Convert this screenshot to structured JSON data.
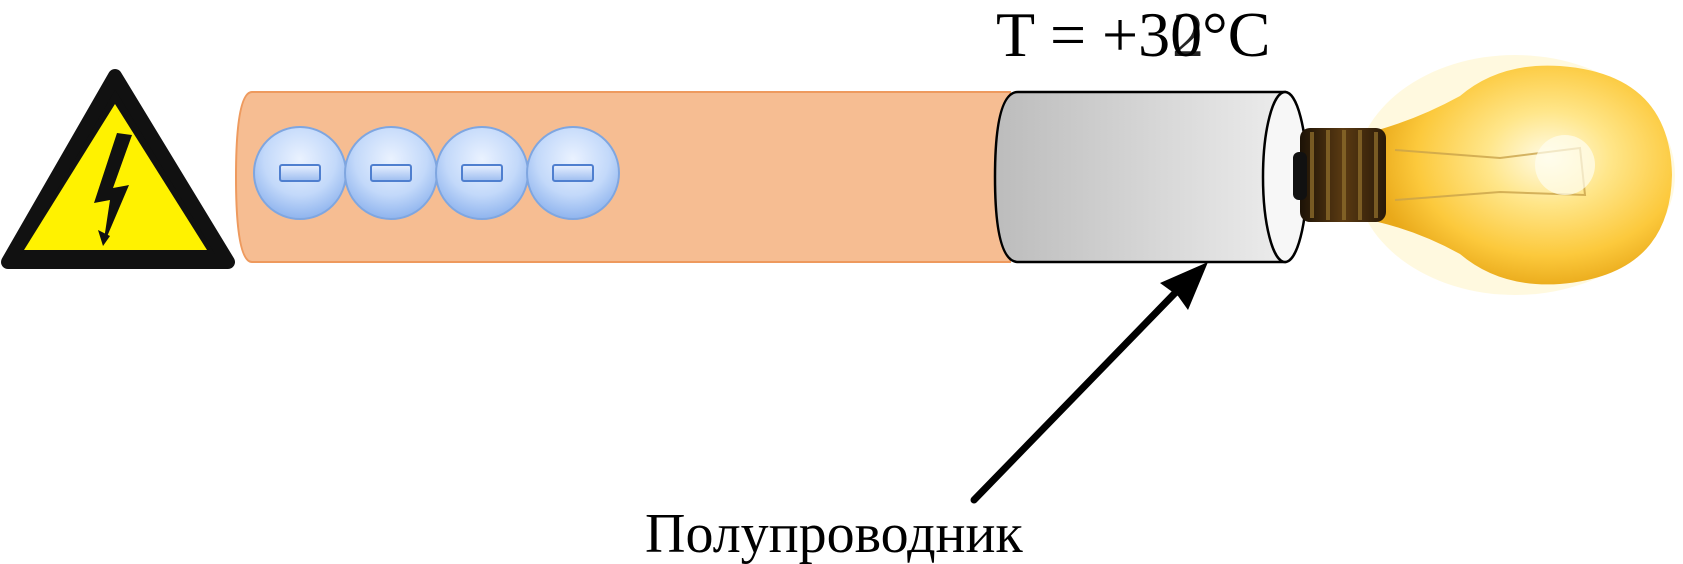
{
  "temperature_label": "T = +30°C",
  "temperature_overprint_digit": "2",
  "semiconductor_label": "Полупроводник",
  "electrons": [
    {
      "symbol": "−"
    },
    {
      "symbol": "−"
    },
    {
      "symbol": "−"
    },
    {
      "symbol": "−"
    }
  ],
  "colors": {
    "wire": "#f6bd92",
    "wire_edge": "#ee9a5e",
    "semiconductor_light": "#ededed",
    "semiconductor_dark": "#bdbdbd",
    "electron_fill": "#a9c8f5",
    "warning_yellow": "#fff200",
    "bulb_glow": "#ffd84a"
  },
  "icons": [
    "high-voltage-warning-icon",
    "light-bulb-icon",
    "arrow-icon"
  ]
}
